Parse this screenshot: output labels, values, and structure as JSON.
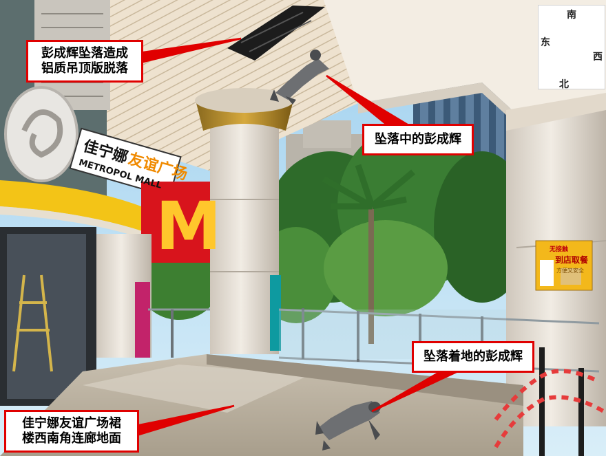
{
  "annotations": {
    "ceiling_label": "彭成辉坠落造成\n铝质吊顶版脱落",
    "falling_label": "坠落中的彭成辉",
    "landed_label": "坠落着地的彭成辉",
    "floor_label": "佳宁娜友谊广场裙\n楼西南角连廊地面"
  },
  "compass": {
    "south": "南",
    "east": "东",
    "west": "西",
    "north": "北"
  },
  "signage": {
    "mall_name_cn": "佳宁娜",
    "mall_name_orange": "友谊广场",
    "mall_name_en": "METROPOL MALL",
    "mcdonalds_logo": "M",
    "poster_top": "无接触",
    "poster_main": "到店取餐",
    "poster_sub": "方便又安全"
  },
  "colors": {
    "callout_border": "#e00000",
    "compass_arrow": "#2f7fd8",
    "mcd_red": "#d8141c",
    "mcd_yellow": "#ffc72c"
  }
}
